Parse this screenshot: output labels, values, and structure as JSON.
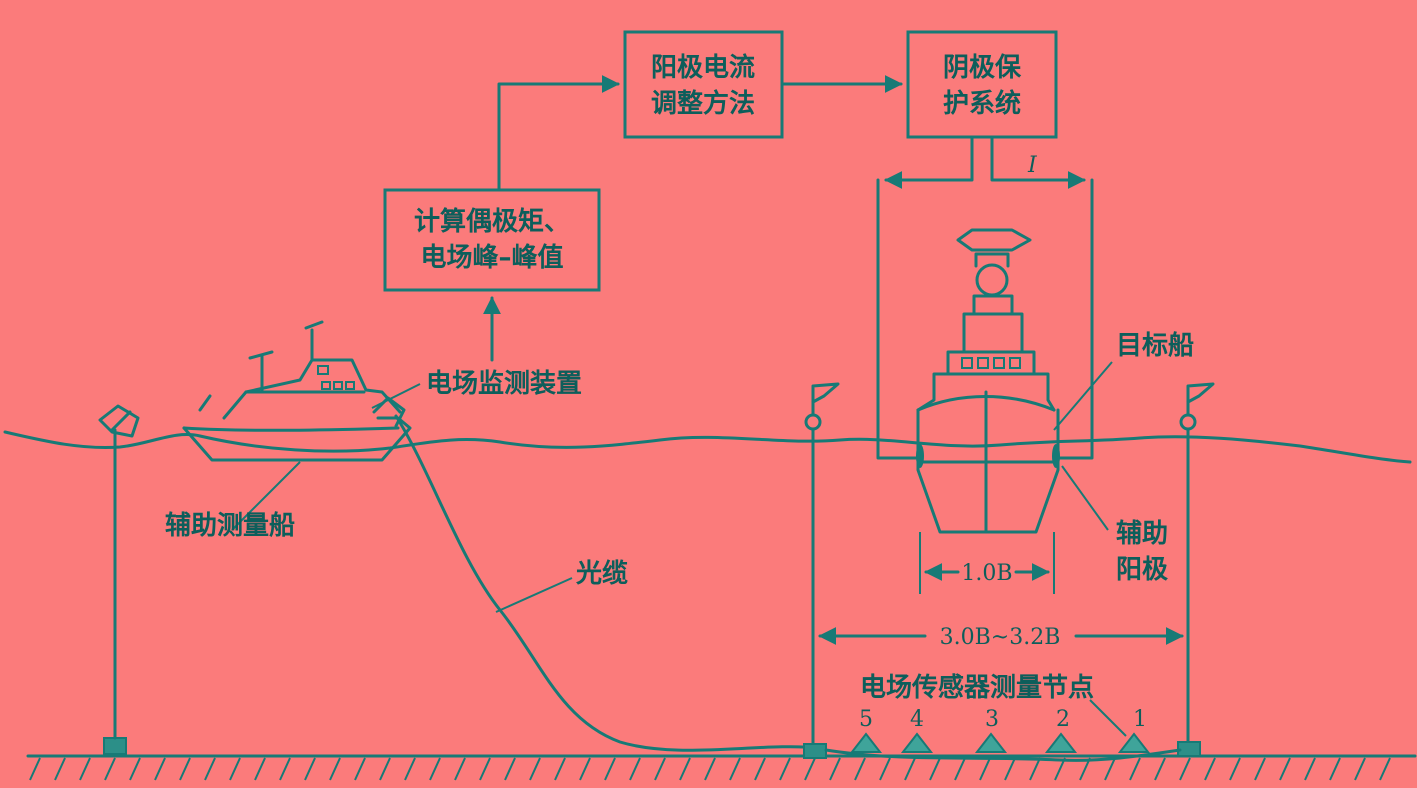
{
  "boxes": {
    "compute": [
      "计算偶极矩、",
      "电场峰–峰值"
    ],
    "adjust": [
      "阳极电流",
      "调整方法"
    ],
    "cathodic": [
      "阴极保",
      "护系统"
    ]
  },
  "labels": {
    "monitor_device": "电场监测装置",
    "aux_vessel": "辅助测量船",
    "target_vessel": "目标船",
    "fiber_cable": "光缆",
    "aux_anode_line1": "辅助",
    "aux_anode_line2": "阳极",
    "current_symbol": "I",
    "width_inner": "1.0B",
    "width_outer": "3.0B~3.2B",
    "sensor_nodes": "电场传感器测量节点"
  },
  "sensor_numbers": [
    "5",
    "4",
    "3",
    "2",
    "1"
  ],
  "colors": {
    "background": "#fb7b7b",
    "line": "#177a76",
    "text": "#0d5e5b"
  }
}
